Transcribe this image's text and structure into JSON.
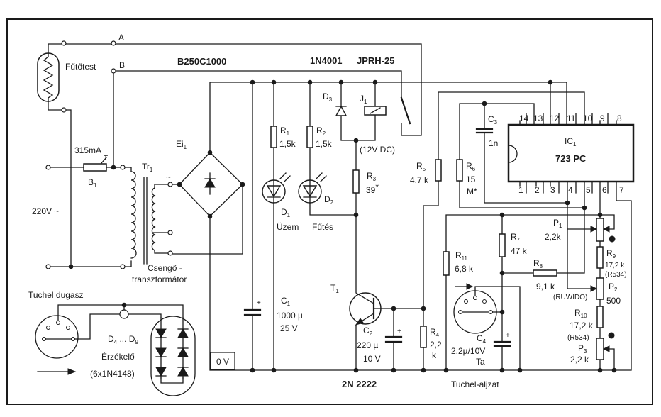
{
  "terminals": {
    "a": "A",
    "b": "B"
  },
  "heater": {
    "label": "Fűtőtest"
  },
  "fuse": {
    "rating": "315mA",
    "ref": "B",
    "sub": "1",
    "type": "T"
  },
  "mains": {
    "label": "220V ~"
  },
  "transformer": {
    "ref": "Tr",
    "sub": "1",
    "ac": "~",
    "name_line1": "Csengő -",
    "name_line2": "transzformátor"
  },
  "bridge": {
    "ref": "Ei",
    "sub": "1",
    "type": "B250C1000"
  },
  "diode_type": "1N4001",
  "relay_type": "JPRH-25",
  "d3": {
    "ref": "D",
    "sub": "3"
  },
  "relay": {
    "ref": "J",
    "sub": "1",
    "voltage": "(12V DC)"
  },
  "r1": {
    "ref": "R",
    "sub": "1",
    "value": "1,5k"
  },
  "r2": {
    "ref": "R",
    "sub": "2",
    "value": "1,5k"
  },
  "d1": {
    "ref": "D",
    "sub": "1",
    "name": "Üzem"
  },
  "d2": {
    "ref": "D",
    "sub": "2",
    "name": "Fűtés"
  },
  "r3": {
    "ref": "R",
    "sub": "3",
    "value": "39",
    "mark": "*"
  },
  "r4": {
    "ref": "R",
    "sub": "4",
    "value": "2,2",
    "unit": "k"
  },
  "r5": {
    "ref": "R",
    "sub": "5",
    "value": "4,7 k"
  },
  "r6": {
    "ref": "R",
    "sub": "6",
    "value": "15",
    "unit": "M*"
  },
  "r7": {
    "ref": "R",
    "sub": "7",
    "value": "47 k"
  },
  "r8": {
    "ref": "R",
    "sub": "8",
    "value": "9,1 k"
  },
  "r9": {
    "ref": "R",
    "sub": "9",
    "value": "17,2 k",
    "type": "(R534)"
  },
  "r10": {
    "ref": "R",
    "sub": "10",
    "value": "17,2 k",
    "type": "(R534)"
  },
  "r11": {
    "ref": "R",
    "sub": "11",
    "value": "6,8 k"
  },
  "p1": {
    "ref": "P",
    "sub": "1",
    "value": "2,2k"
  },
  "p2": {
    "ref": "P",
    "sub": "2",
    "value": "500",
    "type": "(RUWIDO)"
  },
  "p3": {
    "ref": "P",
    "sub": "3",
    "value": "2,2 k"
  },
  "c1": {
    "ref": "C",
    "sub": "1",
    "value": "1000 µ",
    "voltage": "25 V",
    "polarity": "+"
  },
  "c2": {
    "ref": "C",
    "sub": "2",
    "value": "220 µ",
    "voltage": "10 V",
    "polarity": "+"
  },
  "c3": {
    "ref": "C",
    "sub": "3",
    "value": "1n"
  },
  "c4": {
    "ref": "C",
    "sub": "4",
    "value": "2,2µ/10V",
    "type": "Ta",
    "polarity": "+"
  },
  "t1": {
    "ref": "T",
    "sub": "1",
    "type": "2N 2222"
  },
  "ic": {
    "ref": "IC",
    "sub": "1",
    "type": "723 PC",
    "top_pins": [
      "14",
      "13",
      "12",
      "11",
      "10",
      "9",
      "8"
    ],
    "bottom_pins": [
      "1",
      "2",
      "3",
      "4",
      "5",
      "6",
      "7"
    ]
  },
  "ground": {
    "label": "0 V"
  },
  "tuchel_plug": {
    "label": "Tuchel dugasz"
  },
  "tuchel_socket": {
    "label": "Tuchel-aljzat"
  },
  "sensor": {
    "range_from_ref": "D",
    "range_from_sub": "4",
    "ellipsis": " ... ",
    "range_to_ref": "D",
    "range_to_sub": "9",
    "name": "Érzékelő",
    "type": "(6x1N4148)"
  }
}
